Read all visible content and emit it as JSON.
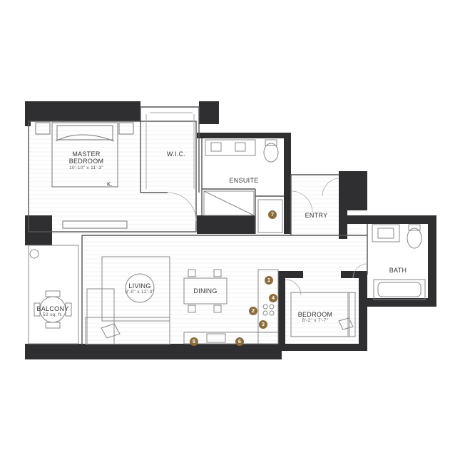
{
  "rooms": {
    "master_bedroom": {
      "line1": "MASTER",
      "line2": "BEDROOM",
      "dims": "10'-10\" x 11'-3\""
    },
    "wic": {
      "label": "W.I.C."
    },
    "ensuite": {
      "label": "ENSUITE"
    },
    "k_mark": {
      "label": "K."
    },
    "entry": {
      "label": "ENTRY"
    },
    "bath": {
      "label": "BATH"
    },
    "living": {
      "label": "LIVING",
      "dims": "8'-0\" x 12'-0\""
    },
    "dining": {
      "label": "DINING"
    },
    "balcony": {
      "label": "BALCONY",
      "area": "52 sq. ft."
    },
    "bedroom": {
      "label": "BEDROOM",
      "dims": "8'-2\" x 7'-7\""
    }
  },
  "appliance_markers": [
    "1",
    "2",
    "3",
    "4",
    "5",
    "6",
    "7"
  ],
  "colors": {
    "wall": "#2f2f31",
    "marker": "#8a6d3b",
    "fixture": "#9a9a9a"
  }
}
